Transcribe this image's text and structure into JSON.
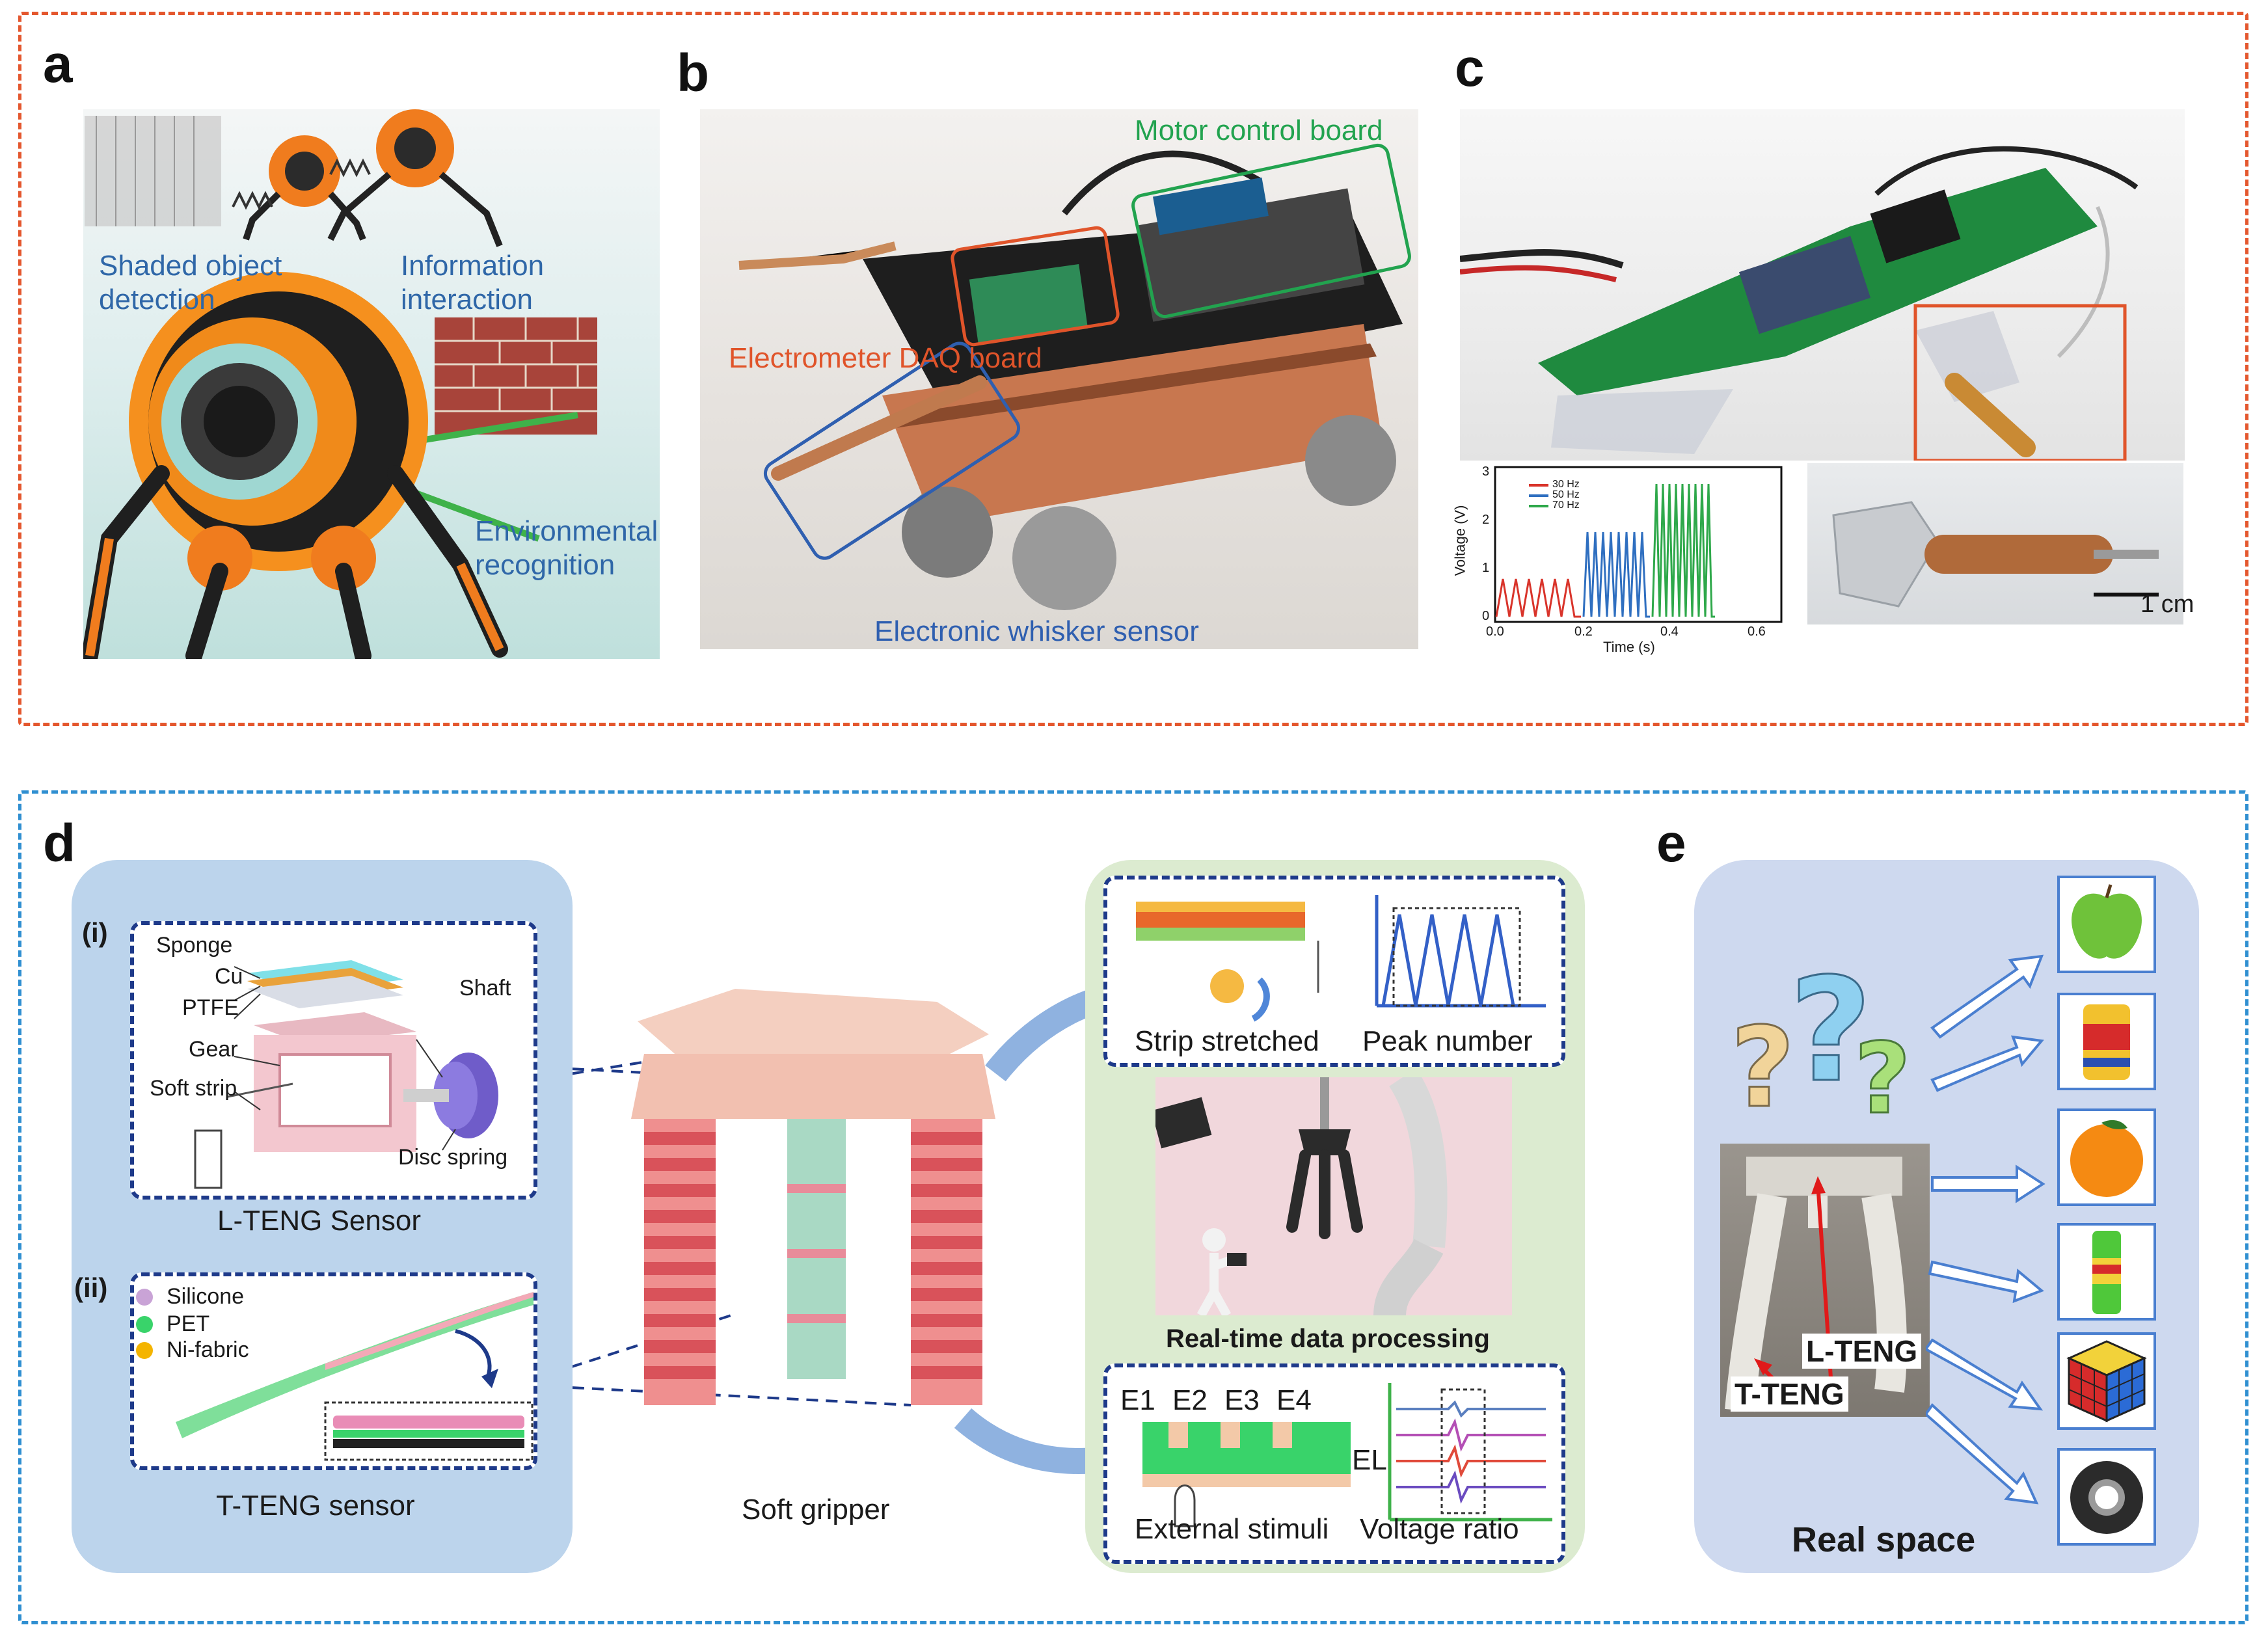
{
  "colors": {
    "frame_top": "#e4572e",
    "frame_bottom": "#2f8fd1",
    "panel_d_bg": "#bcd4ec",
    "panel_d_right_bg": "#dcebd0",
    "panel_e_bg": "#ced9ef",
    "electrometer": "#e0542a",
    "motor": "#22a34f",
    "whisker": "#2f5fb0",
    "annotation_blue": "#2f67a8"
  },
  "panels": {
    "a": {
      "letter": "a",
      "labels": {
        "shaded": [
          "Shaded object",
          "detection"
        ],
        "info": [
          "Information",
          "interaction"
        ],
        "env": [
          "Environmental",
          "recognition"
        ]
      }
    },
    "b": {
      "letter": "b",
      "labels": {
        "motor": "Motor control board",
        "electrometer": "Electrometer DAQ board",
        "whisker": "Electronic whisker sensor"
      }
    },
    "c": {
      "letter": "c",
      "scale_bar": "1 cm",
      "plot": {
        "ylabel": "Voltage (V)",
        "xlabel": "Time (s)",
        "yticks": [
          "0",
          "1",
          "2",
          "3"
        ],
        "xticks": [
          "0.0",
          "0.2",
          "0.4",
          "0.6"
        ],
        "legend": [
          "30 Hz",
          "50 Hz",
          "70 Hz"
        ],
        "series_colors": [
          "#d9342b",
          "#2f6fc0",
          "#2ea84a"
        ]
      }
    },
    "d": {
      "letter": "d",
      "i_tag": "(i)",
      "ii_tag": "(ii)",
      "i_labels": [
        "Sponge",
        "Cu",
        "PTFE",
        "Gear",
        "Soft strip",
        "Shaft",
        "Disc spring"
      ],
      "l_teng": "L-TENG Sensor",
      "ii_legend": [
        "Silicone",
        "PET",
        "Ni-fabric"
      ],
      "ii_legend_colors": [
        "#c9a3d6",
        "#39d36a",
        "#f4b400"
      ],
      "t_teng": "T-TENG sensor",
      "gripper": "Soft gripper",
      "strip": "Strip stretched",
      "peak": "Peak number",
      "realtime": "Real-time data processing",
      "electrodes": [
        "E1",
        "E2",
        "E3",
        "E4",
        "EL"
      ],
      "external": "External stimuli",
      "ratio": "Voltage ratio"
    },
    "e": {
      "letter": "e",
      "l_teng": "L-TENG",
      "t_teng": "T-TENG",
      "real_space": "Real space",
      "objects": [
        "apple-icon",
        "can-icon",
        "orange-icon",
        "bottle-icon",
        "cube-icon",
        "tape-icon"
      ]
    }
  }
}
